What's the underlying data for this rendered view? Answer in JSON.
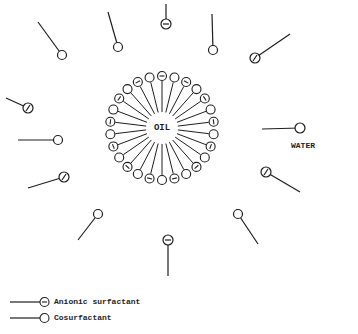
{
  "diagram": {
    "nodes": [
      {
        "text": [
          "OIL"
        ]
      }
    ],
    "labels": [
      "WATER"
    ],
    "legend": [
      {
        "text": "Anionic surfactant"
      },
      {
        "text": "Cosurfactant"
      }
    ]
  }
}
